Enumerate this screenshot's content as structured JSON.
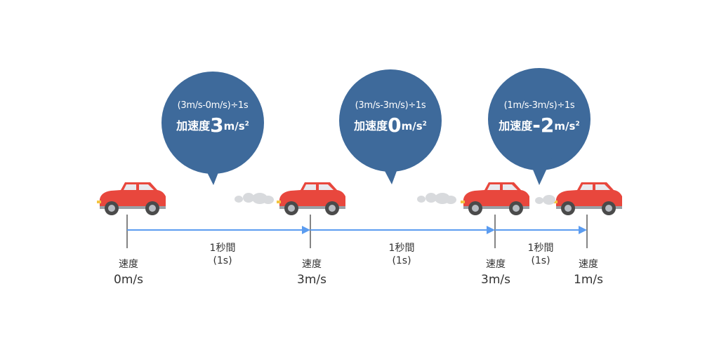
{
  "colors": {
    "bubble": "#3e6a9b",
    "arrow": "#5b9cf0",
    "car_body": "#e8473d",
    "car_window": "#e9e9ee",
    "tire": "#4a4a4a",
    "exhaust": "#d8dadd",
    "tick": "#333333"
  },
  "bubbles": [
    {
      "formula": "(3m/s-0m/s)÷1s",
      "accel_label": "加速度",
      "accel_value": "3",
      "unit": "m/s",
      "unit_exp": "2"
    },
    {
      "formula": "(3m/s-3m/s)÷1s",
      "accel_label": "加速度",
      "accel_value": "0",
      "unit": "m/s",
      "unit_exp": "2"
    },
    {
      "formula": "(1m/s-3m/s)÷1s",
      "accel_label": "加速度",
      "accel_value": "-2",
      "unit": "m/s",
      "unit_exp": "2"
    }
  ],
  "intervals": [
    {
      "label": "1秒間",
      "sub": "(1s)"
    },
    {
      "label": "1秒間",
      "sub": "(1s)"
    },
    {
      "label": "1秒間",
      "sub": "(1s)"
    }
  ],
  "speeds": [
    {
      "label": "速度",
      "value": "0m/s"
    },
    {
      "label": "速度",
      "value": "3m/s"
    },
    {
      "label": "速度",
      "value": "3m/s"
    },
    {
      "label": "速度",
      "value": "1m/s"
    }
  ]
}
